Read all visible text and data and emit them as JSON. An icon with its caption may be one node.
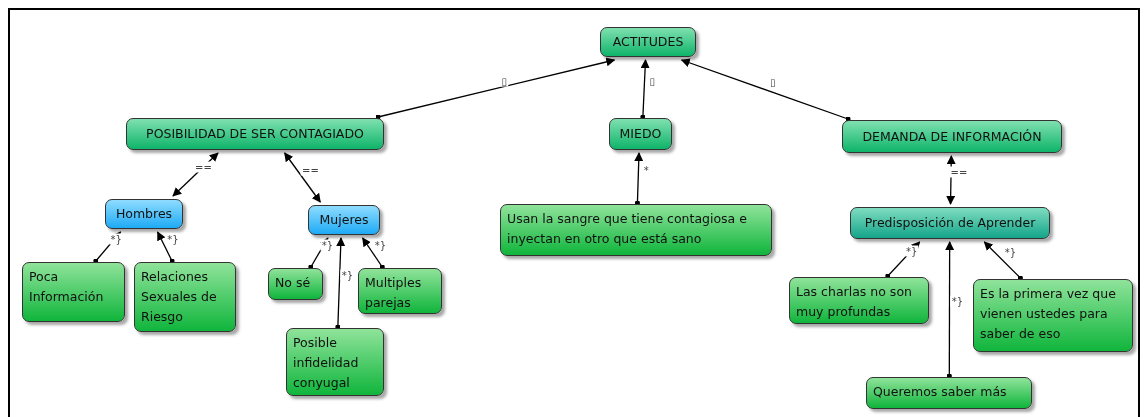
{
  "diagram": {
    "nodes": [
      {
        "text": [
          "ACTITUDES"
        ]
      },
      {
        "text": [
          "POSIBILIDAD DE SER CONTAGIADO"
        ]
      },
      {
        "text": [
          "MIEDO"
        ]
      },
      {
        "text": [
          "DEMANDA DE INFORMACIÓN"
        ]
      },
      {
        "text": [
          "Hombres"
        ]
      },
      {
        "text": [
          "Mujeres"
        ]
      },
      {
        "text": [
          "Usan la sangre que tiene contagiosa e inyectan en otro que está sano"
        ]
      },
      {
        "text": [
          "Predisposición de Aprender"
        ]
      },
      {
        "text": [
          "Poca Información"
        ]
      },
      {
        "text": [
          "Relaciones Sexuales de Riesgo"
        ]
      },
      {
        "text": [
          "No sé"
        ]
      },
      {
        "text": [
          "Multiples parejas"
        ]
      },
      {
        "text": [
          "Posible infidelidad conyugal"
        ]
      },
      {
        "text": [
          "Las charlas no son muy profundas"
        ]
      },
      {
        "text": [
          "Es la primera vez que vienen ustedes para saber de eso"
        ]
      },
      {
        "text": [
          "Queremos saber más"
        ]
      }
    ],
    "edges": [
      {
        "from": 1,
        "to": 0,
        "arrow": "to",
        "label": "▯"
      },
      {
        "from": 2,
        "to": 0,
        "arrow": "to",
        "label": "▯"
      },
      {
        "from": 3,
        "to": 0,
        "arrow": "to",
        "label": "▯"
      },
      {
        "from": 1,
        "to": 4,
        "arrow": "both",
        "label": "=="
      },
      {
        "from": 1,
        "to": 5,
        "arrow": "both",
        "label": "=="
      },
      {
        "from": 6,
        "to": 2,
        "arrow": "to",
        "label": "*"
      },
      {
        "from": 3,
        "to": 7,
        "arrow": "both",
        "label": "=="
      },
      {
        "from": 8,
        "to": 4,
        "arrow": "to",
        "label": "*}"
      },
      {
        "from": 9,
        "to": 4,
        "arrow": "to",
        "label": "*}"
      },
      {
        "from": 10,
        "to": 5,
        "arrow": "to",
        "label": "*}"
      },
      {
        "from": 12,
        "to": 5,
        "arrow": "to",
        "label": "*}"
      },
      {
        "from": 11,
        "to": 5,
        "arrow": "to",
        "label": "*}"
      },
      {
        "from": 13,
        "to": 7,
        "arrow": "to",
        "label": "*}"
      },
      {
        "from": 15,
        "to": 7,
        "arrow": "to",
        "label": "*}"
      },
      {
        "from": 14,
        "to": 7,
        "arrow": "to",
        "label": "*}"
      }
    ]
  }
}
